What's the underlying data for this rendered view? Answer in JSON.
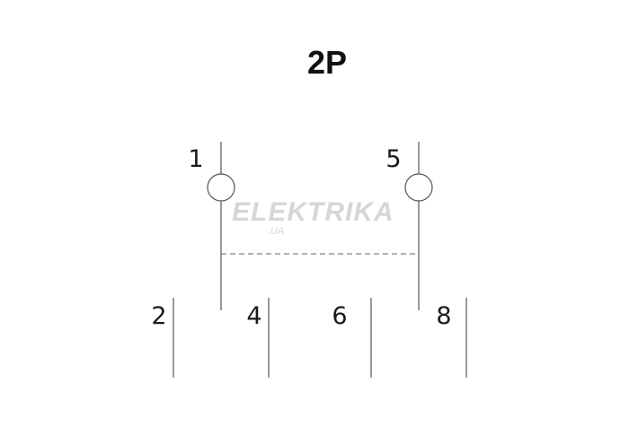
{
  "title": "2P",
  "terminals": {
    "top_left": "1",
    "top_right": "5",
    "bottom_1": "2",
    "bottom_2": "4",
    "bottom_3": "6",
    "bottom_4": "8"
  },
  "watermark": {
    "text": "ELEKTRIKA",
    "sub": ".UA"
  },
  "colors": {
    "line": "#555555",
    "text": "#111111",
    "watermark": "#d6d6d6"
  }
}
